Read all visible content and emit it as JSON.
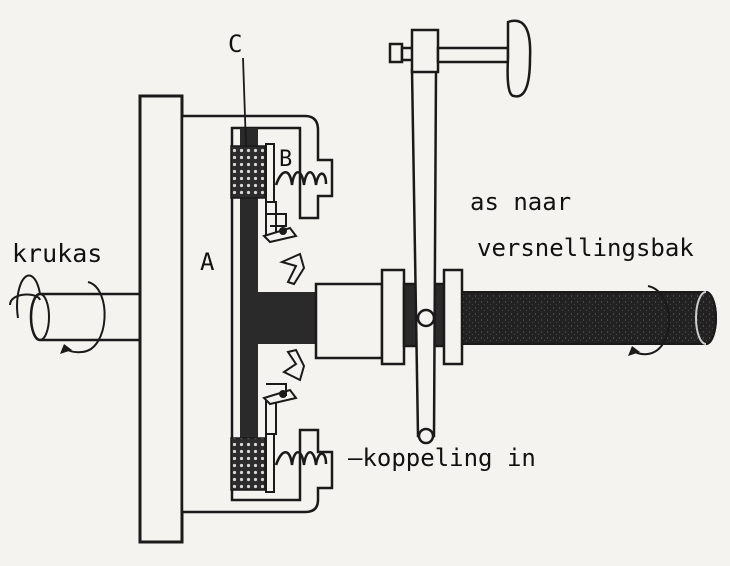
{
  "labels": {
    "crankshaft": "krukas",
    "part_a": "A",
    "part_b": "B",
    "part_c": "C",
    "output_line1": "as naar",
    "output_line2": "versnellingsbak",
    "engaged": "–koppeling in"
  },
  "colors": {
    "paper": "#f4f3ef",
    "ink": "#1a1a1a",
    "shaft_dark": "#2a2a2a",
    "lining": "#3a3a3a"
  }
}
